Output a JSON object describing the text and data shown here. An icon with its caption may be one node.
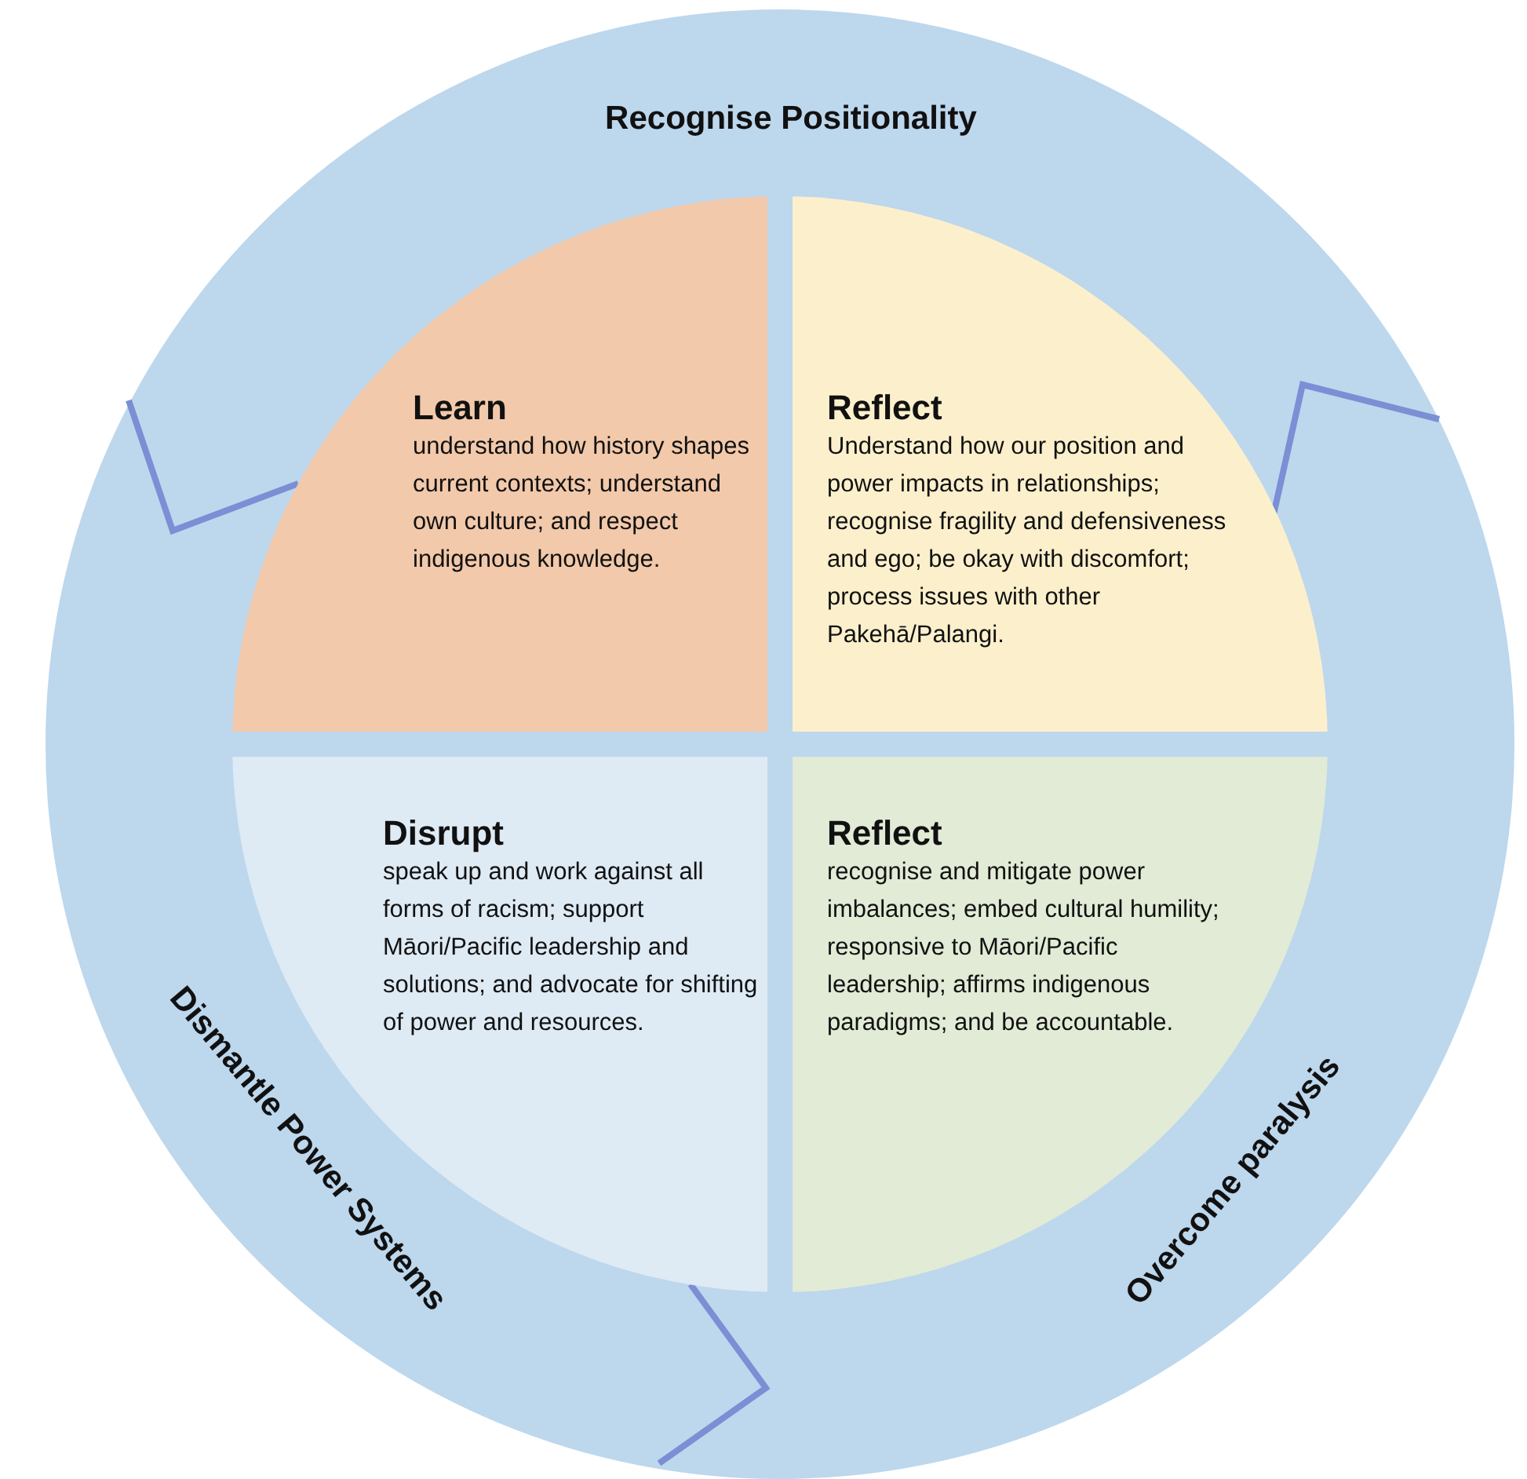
{
  "diagram": {
    "nodes": [
      {
        "text": [],
        "shape": "circle"
      },
      {
        "text": [
          "Learn",
          "understand how history shapes current contexts; understand own culture; and respect indigenous knowledge."
        ],
        "in": 0
      },
      {
        "text": [
          "Reflect",
          "Understand how our position and power impacts in relationships; recognise fragility and defensiveness and ego; be okay with discomfort; process issues with other Pakehā/Palangi."
        ],
        "in": 0
      },
      {
        "text": [
          "Disrupt",
          "speak up and work against all forms of racism; support Māori/Pacific leadership and solutions; and advocate for shifting of power and resources."
        ],
        "in": 0
      },
      {
        "text": [
          "Reflect",
          "recognise and mitigate power imbalances; embed cultural humility; responsive to Māori/Pacific leadership; affirms indigenous paradigms; and be accountable."
        ],
        "in": 0
      }
    ],
    "labels": [
      "Recognise Positionality",
      "Dismantle Power Systems",
      "Overcome paralysis"
    ]
  }
}
